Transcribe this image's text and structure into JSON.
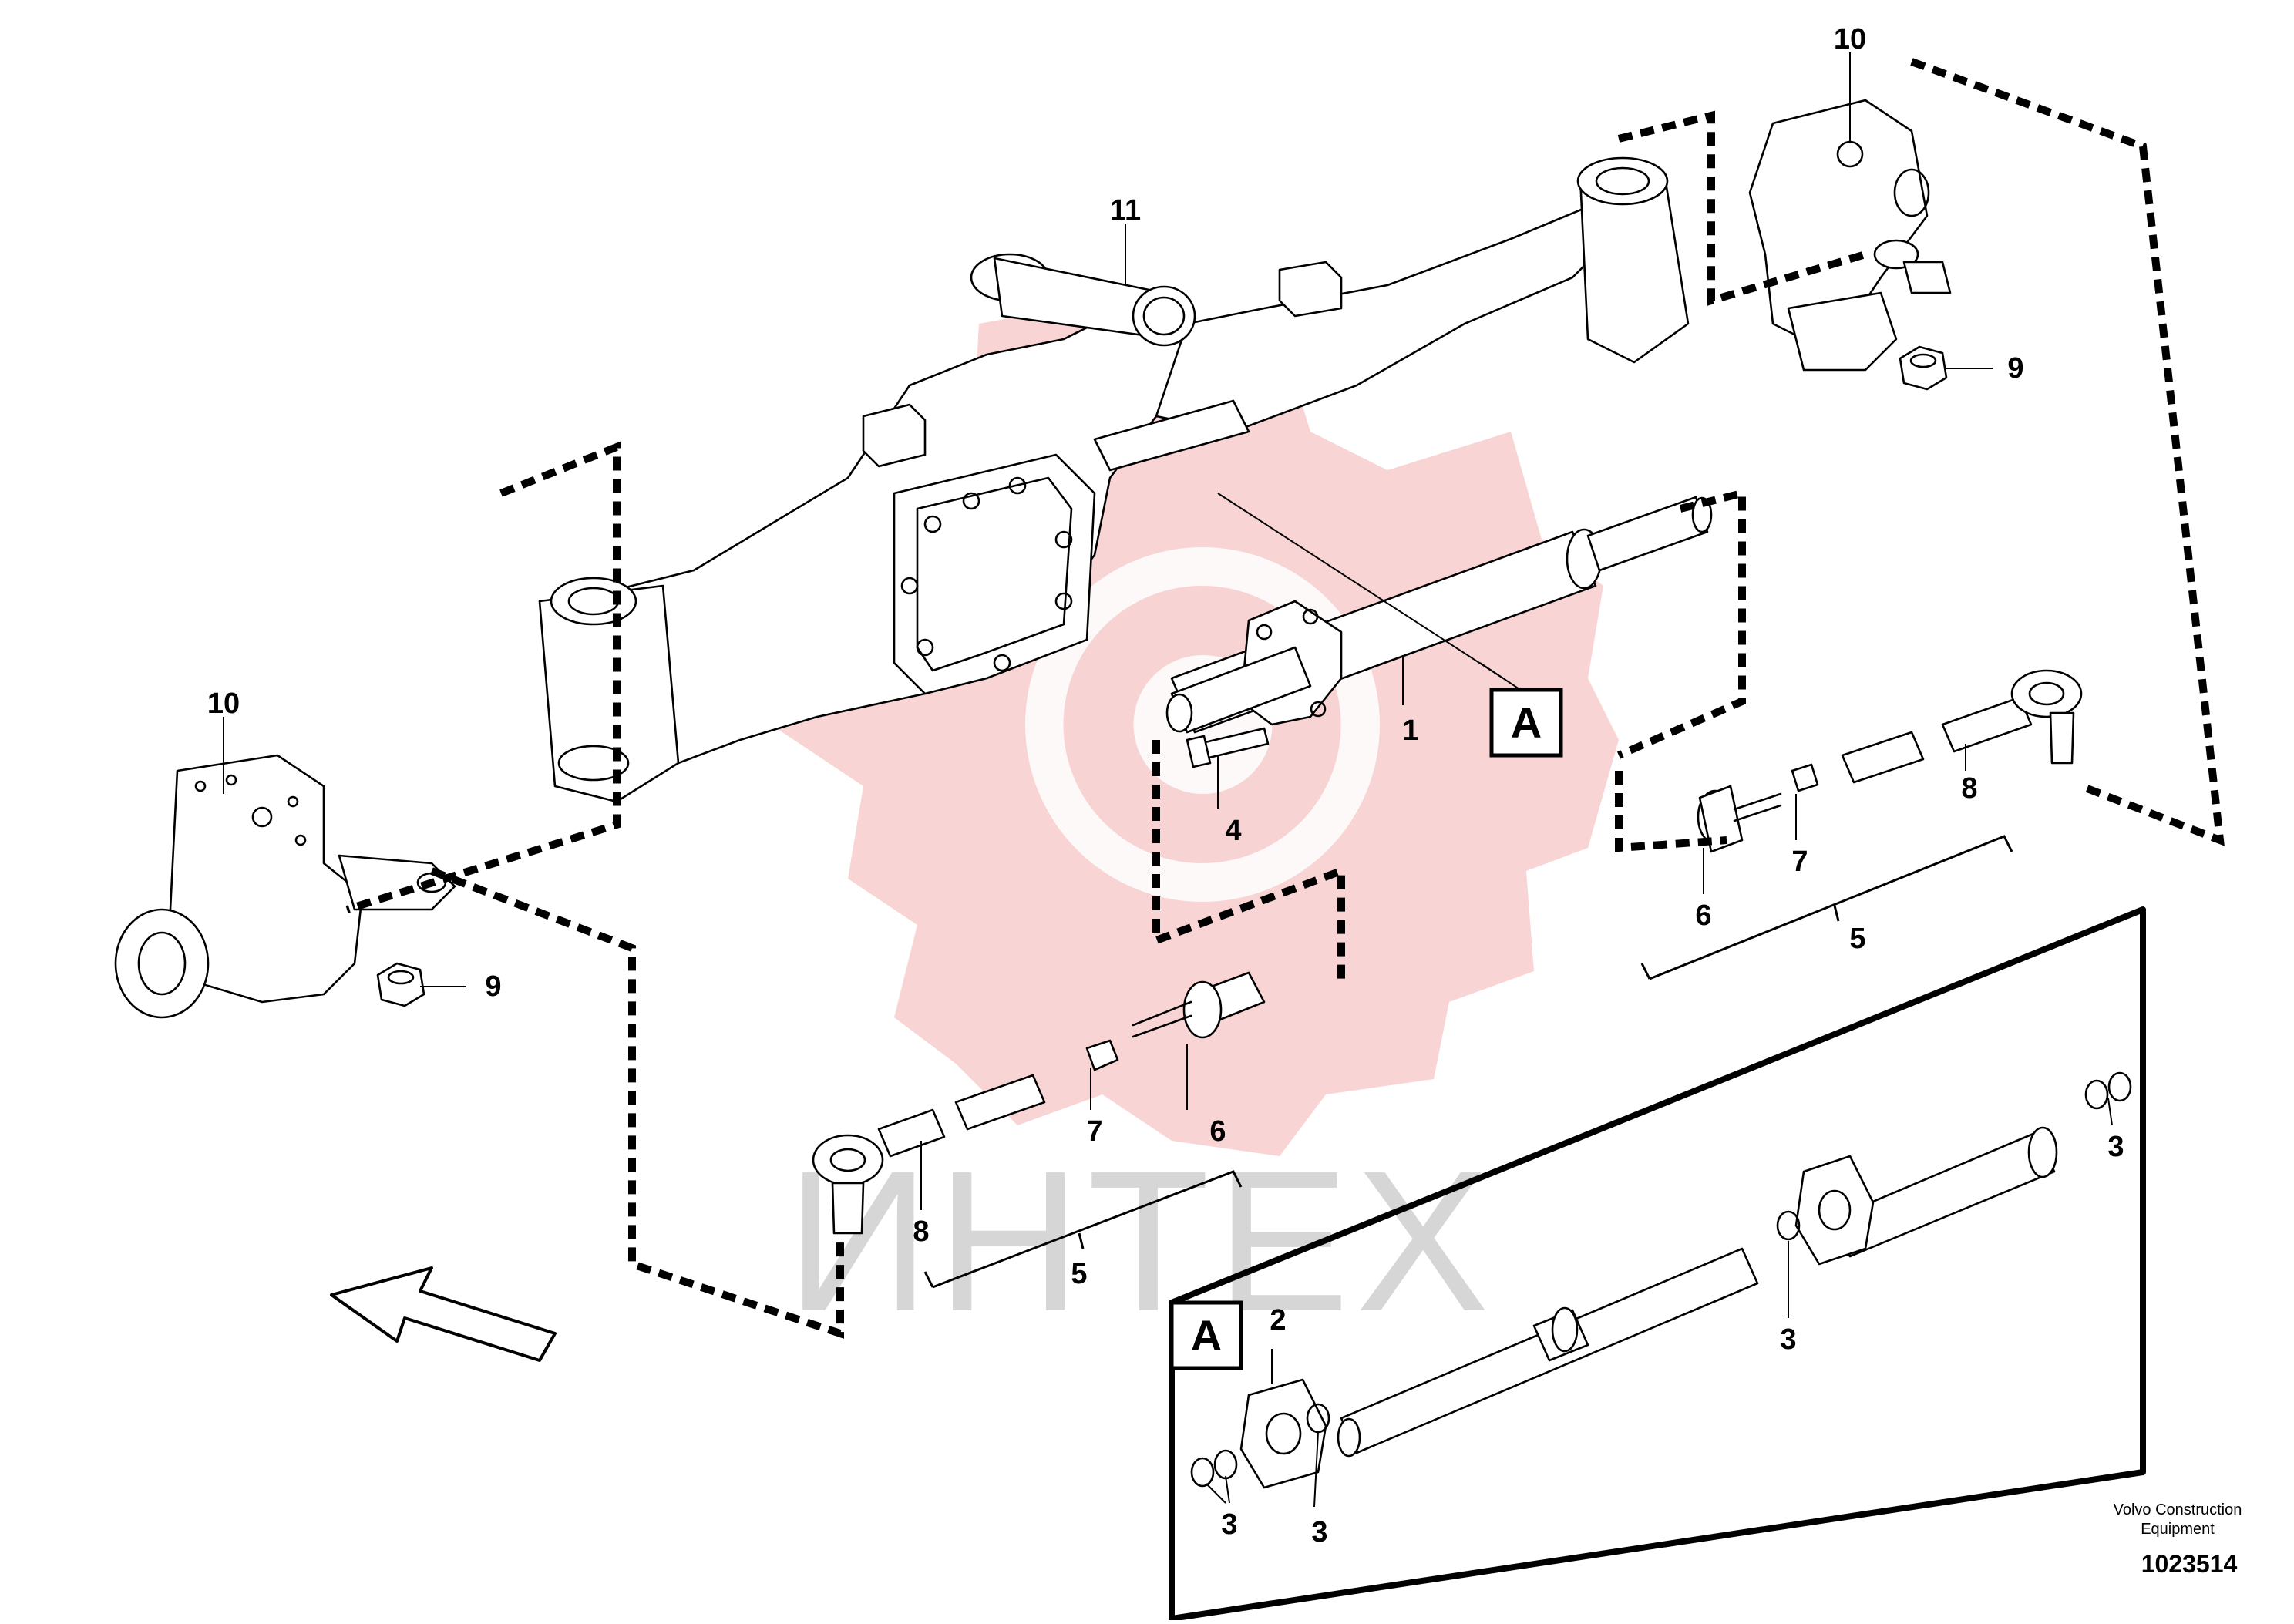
{
  "watermark": {
    "text": "ИНТЕХ",
    "logo_color": "#f2b2b2"
  },
  "callouts": {
    "axle": "11",
    "steering_knuckle": "10",
    "nut": "9",
    "cylinder": "1",
    "bolt": "4",
    "tie_rod_assembly": "5",
    "ball_joint": "6",
    "lock_nut": "7",
    "tie_rod_end": "8",
    "piston_rod": "2",
    "seal": "3"
  },
  "detail_ref": "A",
  "detail_box_label": "A",
  "footer": {
    "brand_line1": "Volvo Construction",
    "brand_line2": "Equipment",
    "doc_number": "1023514"
  }
}
